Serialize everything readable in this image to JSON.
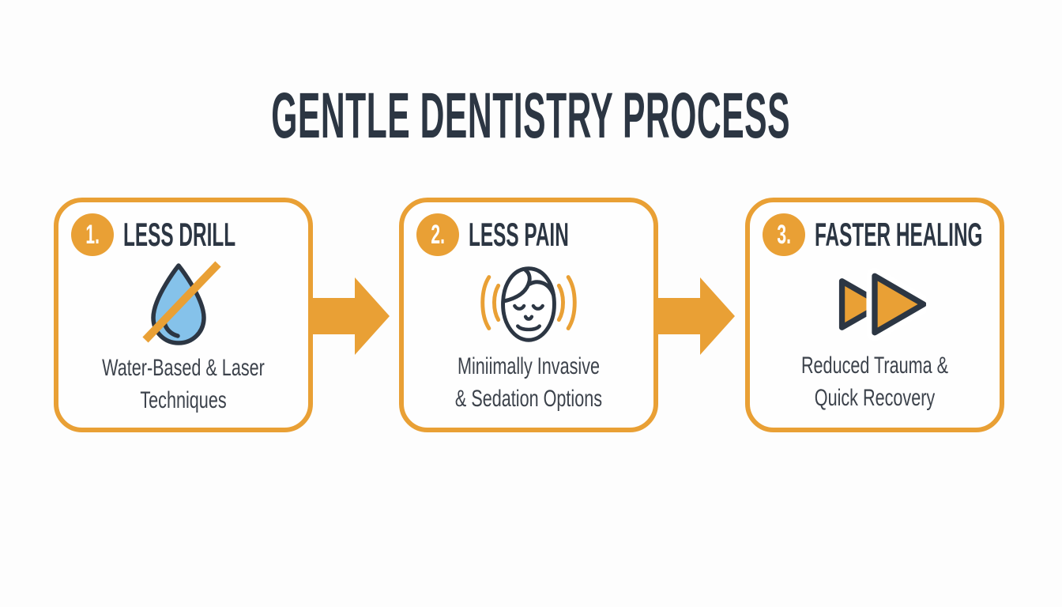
{
  "header": {
    "title": "GENTLE DENTISTRY PROCESS"
  },
  "colors": {
    "accent_orange": "#e9a035",
    "dark_navy": "#2c3643",
    "body_text_gray": "#3c424b",
    "drop_blue": "#85c2ea",
    "background": "#fdfdfd"
  },
  "steps": [
    {
      "number": "1.",
      "title": "LESS DRILL",
      "description": "Water-Based & Laser\nTechniques",
      "icon": "water-drop-no-drill-icon"
    },
    {
      "number": "2.",
      "title": "LESS PAIN",
      "description": "Miniimally Invasive\n& Sedation Options",
      "icon": "calm-face-sedation-icon"
    },
    {
      "number": "3.",
      "title": "FASTER HEALING",
      "description": "Reduced Trauma &\nQuick Recovery",
      "icon": "fast-forward-icon"
    }
  ]
}
